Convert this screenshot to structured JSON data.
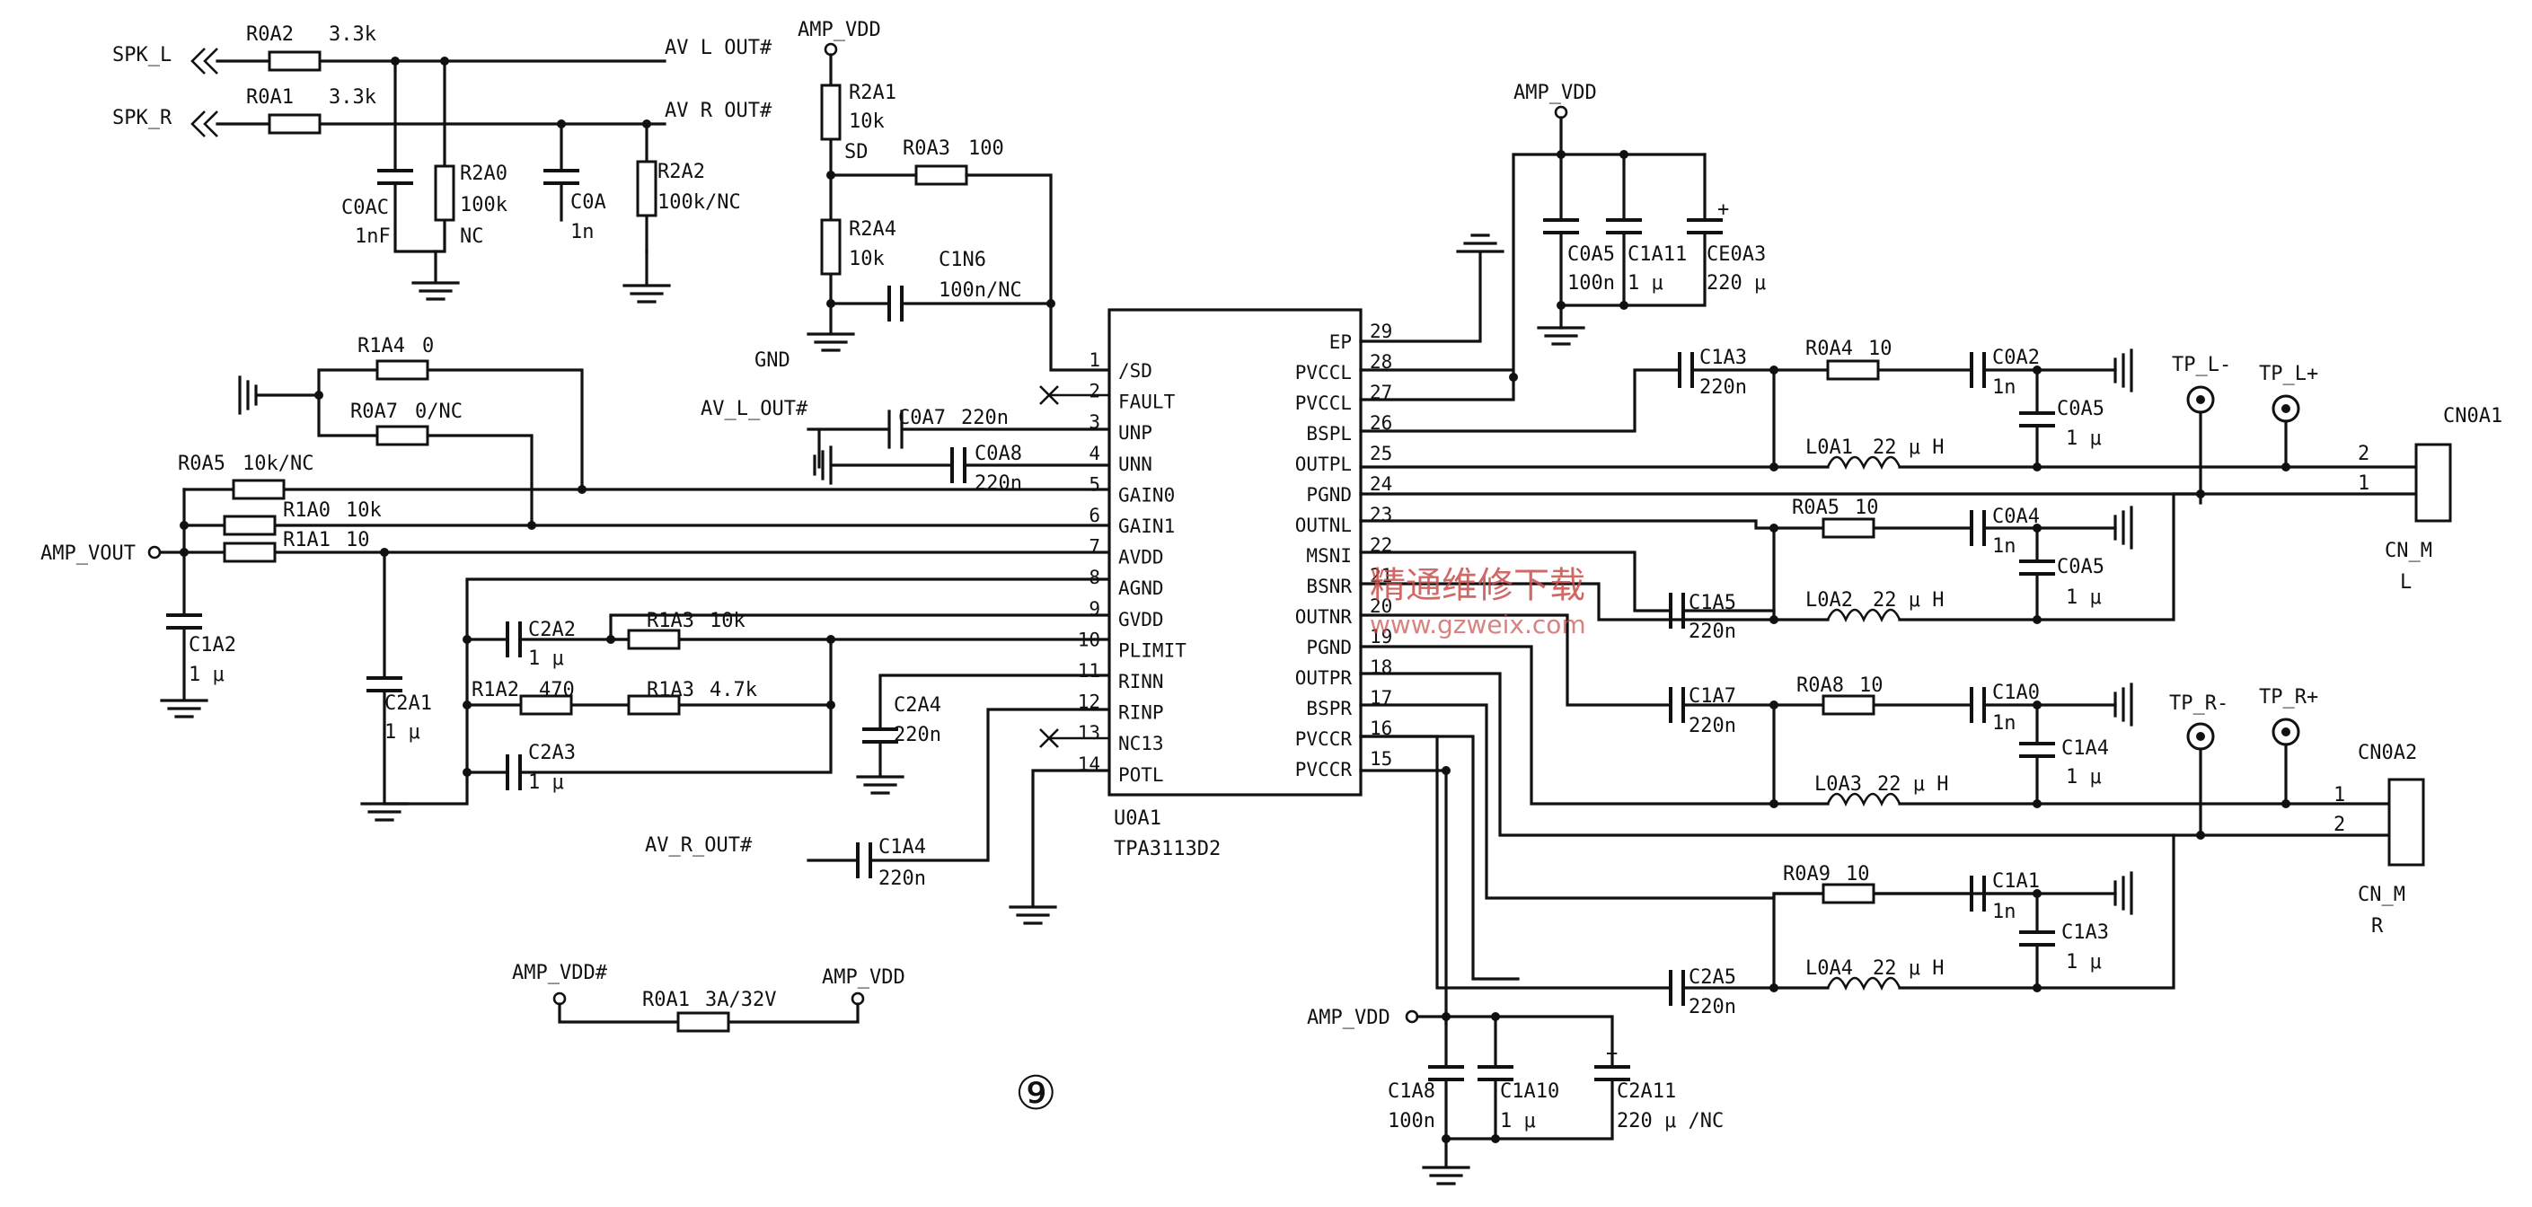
{
  "nets": {
    "spk_l": "SPK_L",
    "spk_r": "SPK_R",
    "av_l_out": "AV L OUT#",
    "av_r_out": "AV R OUT#",
    "av_l_out_in": "AV_L_OUT#",
    "av_r_out_in": "AV_R_OUT#",
    "amp_vdd": "AMP_VDD",
    "amp_vdd_hash": "AMP_VDD#",
    "amp_vout": "AMP_VOUT",
    "gnd": "GND",
    "sd": "SD",
    "tp_lm": "TP_L-",
    "tp_lp": "TP_L+",
    "tp_rm": "TP_R-",
    "tp_rp": "TP_R+"
  },
  "components": {
    "r0a2": {
      "ref": "R0A2",
      "value": "3.3k"
    },
    "r0a1": {
      "ref": "R0A1",
      "value": "3.3k"
    },
    "c0ac": {
      "ref": "C0AC",
      "value": "1nF"
    },
    "r2a0": {
      "ref": "R2A0",
      "value": "100k",
      "note": "NC"
    },
    "c0a": {
      "ref": "C0A",
      "value": "1n"
    },
    "r2a2": {
      "ref": "R2A2",
      "value": "100k/NC"
    },
    "r2a1": {
      "ref": "R2A1",
      "value": "10k"
    },
    "r0a3": {
      "ref": "R0A3",
      "value": "100"
    },
    "r2a4": {
      "ref": "R2A4",
      "value": "10k"
    },
    "c1n6": {
      "ref": "C1N6",
      "value": "100n/NC"
    },
    "r1a4": {
      "ref": "R1A4",
      "value": "0"
    },
    "r0a7": {
      "ref": "R0A7",
      "value": "0/NC"
    },
    "r0a5": {
      "ref": "R0A5",
      "value": "10k/NC"
    },
    "r1a0": {
      "ref": "R1A0",
      "value": "10k"
    },
    "r1a1": {
      "ref": "R1A1",
      "value": "10"
    },
    "c1a2": {
      "ref": "C1A2",
      "value": "1 μ"
    },
    "c0a7": {
      "ref": "C0A7",
      "value": "220n"
    },
    "c0a8": {
      "ref": "C0A8",
      "value": "220n"
    },
    "c2a2": {
      "ref": "C2A2",
      "value": "1 μ"
    },
    "r1a3a": {
      "ref": "R1A3",
      "value": "10k"
    },
    "r1a2": {
      "ref": "R1A2",
      "value": "470"
    },
    "r1a3b": {
      "ref": "R1A3",
      "value": "4.7k"
    },
    "c2a1": {
      "ref": "C2A1",
      "value": "1 μ"
    },
    "c2a3": {
      "ref": "C2A3",
      "value": "1 μ"
    },
    "c2a4": {
      "ref": "C2A4",
      "value": "220n"
    },
    "c1a4_in": {
      "ref": "C1A4",
      "value": "220n"
    },
    "r0a1_fuse": {
      "ref": "R0A1",
      "value": "3A/32V"
    },
    "c0a5_top": {
      "ref": "C0A5",
      "value": "100n"
    },
    "c1a11": {
      "ref": "C1A11",
      "value": "1 μ"
    },
    "ce0a3": {
      "ref": "CE0A3",
      "value": "220 μ"
    },
    "c1a3_top": {
      "ref": "C1A3",
      "value": "220n"
    },
    "r0a4": {
      "ref": "R0A4",
      "value": "10"
    },
    "c0a2": {
      "ref": "C0A2",
      "value": "1n"
    },
    "c0a5_a": {
      "ref": "C0A5",
      "value": "1 μ"
    },
    "l0a1": {
      "ref": "L0A1",
      "value": "22 μ H"
    },
    "r0a5_b": {
      "ref": "R0A5",
      "value": "10"
    },
    "c0a4": {
      "ref": "C0A4",
      "value": "1n"
    },
    "c0a5_b": {
      "ref": "C0A5",
      "value": "1 μ"
    },
    "c1a5": {
      "ref": "C1A5",
      "value": "220n"
    },
    "l0a2": {
      "ref": "L0A2",
      "value": "22 μ H"
    },
    "c1a7": {
      "ref": "C1A7",
      "value": "220n"
    },
    "r0a8": {
      "ref": "R0A8",
      "value": "10"
    },
    "c1a0": {
      "ref": "C1A0",
      "value": "1n"
    },
    "c1a4_out": {
      "ref": "C1A4",
      "value": "1 μ"
    },
    "l0a3": {
      "ref": "L0A3",
      "value": "22 μ H"
    },
    "r0a9": {
      "ref": "R0A9",
      "value": "10"
    },
    "c1a1": {
      "ref": "C1A1",
      "value": "1n"
    },
    "c1a3_out": {
      "ref": "C1A3",
      "value": "1 μ"
    },
    "c2a5": {
      "ref": "C2A5",
      "value": "220n"
    },
    "l0a4": {
      "ref": "L0A4",
      "value": "22 μ H"
    },
    "c1a8": {
      "ref": "C1A8",
      "value": "100n"
    },
    "c1a10": {
      "ref": "C1A10",
      "value": "1 μ"
    },
    "c2a11": {
      "ref": "C2A11",
      "value": "220 μ /NC"
    },
    "cn0a1": {
      "ref": "CN0A1",
      "type": "CN_M",
      "side": "L",
      "pin1": "1",
      "pin2": "2"
    },
    "cn0a2": {
      "ref": "CN0A2",
      "type": "CN_M",
      "side": "R",
      "pin1": "1",
      "pin2": "2"
    }
  },
  "ic": {
    "ref": "U0A1",
    "part": "TPA3113D2",
    "left_pins": [
      {
        "num": "1",
        "name": "/SD"
      },
      {
        "num": "2",
        "name": "FAULT"
      },
      {
        "num": "3",
        "name": "UNP"
      },
      {
        "num": "4",
        "name": "UNN"
      },
      {
        "num": "5",
        "name": "GAIN0"
      },
      {
        "num": "6",
        "name": "GAIN1"
      },
      {
        "num": "7",
        "name": "AVDD"
      },
      {
        "num": "8",
        "name": "AGND"
      },
      {
        "num": "9",
        "name": "GVDD"
      },
      {
        "num": "10",
        "name": "PLIMIT"
      },
      {
        "num": "11",
        "name": "RINN"
      },
      {
        "num": "12",
        "name": "RINP"
      },
      {
        "num": "13",
        "name": "NC13"
      },
      {
        "num": "14",
        "name": "POTL"
      }
    ],
    "right_pins": [
      {
        "num": "29",
        "name": "EP"
      },
      {
        "num": "28",
        "name": "PVCCL"
      },
      {
        "num": "27",
        "name": "PVCCL"
      },
      {
        "num": "26",
        "name": "BSPL"
      },
      {
        "num": "25",
        "name": "OUTPL"
      },
      {
        "num": "24",
        "name": "PGND"
      },
      {
        "num": "23",
        "name": "OUTNL"
      },
      {
        "num": "22",
        "name": "MSNI"
      },
      {
        "num": "21",
        "name": "BSNR"
      },
      {
        "num": "20",
        "name": "OUTNR"
      },
      {
        "num": "19",
        "name": "PGND"
      },
      {
        "num": "18",
        "name": "OUTPR"
      },
      {
        "num": "17",
        "name": "BSPR"
      },
      {
        "num": "16",
        "name": "PVCCR"
      },
      {
        "num": "15",
        "name": "PVCCR"
      }
    ]
  },
  "figure_number": "⑨",
  "watermark": {
    "cn": "精通维修下载",
    "url": "www.gzweix.com"
  }
}
